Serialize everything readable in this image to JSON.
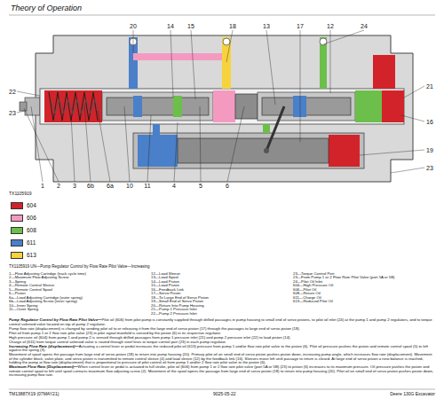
{
  "diagram": {
    "title": "Theory of Operation",
    "caption": "TX1105919 UN—Pump Regulator Control by Flow Rate Pilot Valve—Increasing",
    "labels": [
      "TX1105919",
      "1",
      "2",
      "3",
      "4",
      "5",
      "6",
      "6a",
      "6b",
      "10",
      "11",
      "12",
      "13",
      "14",
      "15",
      "16",
      "17",
      "18",
      "19",
      "20",
      "21",
      "22",
      "23",
      "23",
      "24",
      "1—Flow Adjusting Cartridge (track cycle time)",
      "2—Maximum Flow Adjusting Screw",
      "3—Spring",
      "4—Remote Control Sleeve",
      "5—Remote Control Spool",
      "6—Piston",
      "6a—Load Adjusting Cartridge (outer spring)",
      "6b—Load Adjusting Screw (inner spring)",
      "10—Inner Spring",
      "11—Outer Spring",
      "12—Load Sleeve",
      "13—Load Spool",
      "14—Load Piston",
      "15—Load Piston",
      "16—Feedback Link",
      "17—Servo Piston",
      "18—To Large End of Servo Piston",
      "19—Small End of Servo Piston",
      "20—Return Into Pump Housing",
      "21—Pump 1 Pressure Inlet",
      "22—Pump 2 Pressure Inlet",
      "23—Torque Control Port",
      "23—From Pump 1 or 2 Flow Rate Pilot Valve (port 5A or 5B)",
      "24—Pilot Oil Inlet",
      "604—High Pressure Oil",
      "606—Pilot Oil",
      "608—Return Oil",
      "611—Charge Oil",
      "613—Reduced Pilot Oil",
      "Pump Regulator Control by Flow Rate Pilot Valve—",
      "Pilot oil (606) from pilot pump is constantly supplied through drilled passages in pump housing to small end of servo pistons, to pilot oil inlet (24) at the pump 1 and pump 2 regulators, and to torque control solenoid valve located on top of pump 2 regulator.",
      "Pump flow rate (displacement) is changed by sending pilot oil to or releasing it from the large end of servo piston (17) through the passages to large end of servo piston (18).",
      "Pilot oil from pump 1 or 2 flow rate pilot valve (23) in pilot signal manifold is sensed by the piston (6) in its respective regulator.",
      "High pressure oil (604) from pump 1 and pump 2 is sensed through drilled passages from pump 1 pressure inlet (21) and pump 2 pressure inlet (22) to load piston (14).",
      "Charge of (611) from torque control solenoid valve is routed through steel lines to torque control port (23) in each pump regulator.",
      "Increasing Flow Rate (displacement)—",
      "Actuating a control lever or pedal increases the reduced pilot oil (613) pressure from pump 1 and/or flow rate pilot valve to the piston (6). Pilot oil pressure pushes the piston and remote control spool (5) to left against the spring (3).",
      "Movement of spool opens the passage from large end of servo piston (18) to return into pump housing (20). Primary pilot oil on small end of servo piston pushes piston down, increasing pump angle, which increases flow rate (displacement). Movement of the cylinder block, valve plate, and servo piston is transmitted to remote control sleeve (4) and load sleeve (12) by the feedback link (16). Sleeves move left until passage to return is closed. At large end of servo piston a new balance is reached, holding the pump at flow rate (displacement) that is proportional to pressure of pilot control oil from pump 1 and/or 2 flow rate pilot valve to the piston (6).",
      "Maximum Flow Rate (Displacement)—",
      "When control lever or pedal is actuated to full stroke, pilot oil (606) from pump 1 or 2 flow rate pilot valve (port 5A or 5B) (23) to piston (6) increases to its maximum pressure. Oil pressure pushes the piston and remote control spool to left until spool contacts maximum flow adjusting screw (2). Movement of the spool opens the passage from large end of servo piston (18) to return into pump housing (20). Pilot oil on small end of servo piston pushes piston down, increasing pump flow rate.",
      "TM13887X19 (07MAY21)",
      "9025-05-22",
      "Deere 130G Excavator"
    ],
    "legend": [
      {
        "text": "604",
        "color": "#d2232a"
      },
      {
        "text": "606",
        "color": "#f49ac1"
      },
      {
        "text": "608",
        "color": "#6cbf4a"
      },
      {
        "text": "611",
        "color": "#4a7fc9"
      },
      {
        "text": "613",
        "color": "#f6d33c"
      }
    ]
  }
}
